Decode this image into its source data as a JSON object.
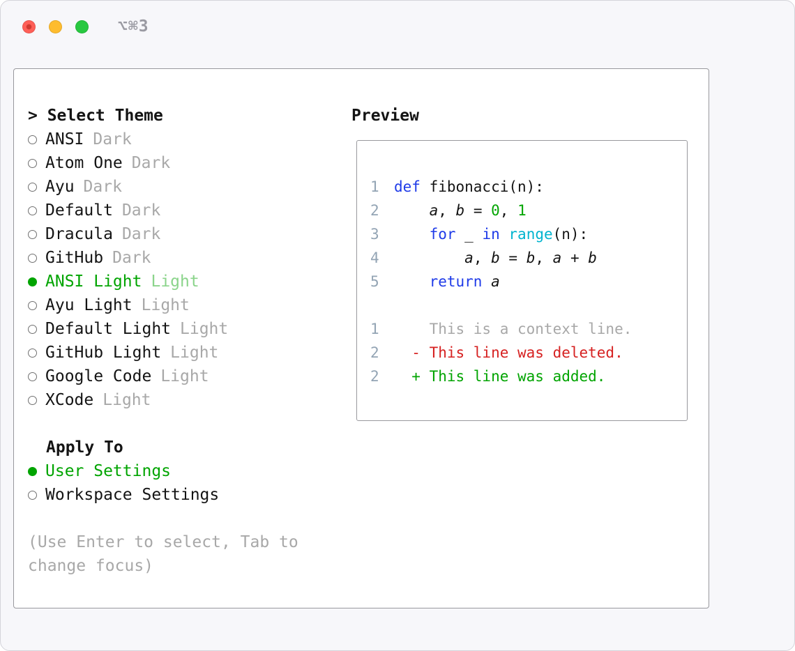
{
  "window": {
    "title": "⌥⌘3"
  },
  "colors": {
    "green": "#00a400",
    "green_light": "#8bd48b",
    "red": "#d62121",
    "keyword_blue": "#1f3be8",
    "builtin_cyan": "#00b4cf",
    "line_number": "#93a4b4",
    "muted_gray": "#a8a8a8"
  },
  "theme_list": {
    "header": "> Select Theme",
    "items": [
      {
        "label": "ANSI",
        "suffix": "Dark",
        "selected": false
      },
      {
        "label": "Atom One",
        "suffix": "Dark",
        "selected": false
      },
      {
        "label": "Ayu",
        "suffix": "Dark",
        "selected": false
      },
      {
        "label": "Default",
        "suffix": "Dark",
        "selected": false
      },
      {
        "label": "Dracula",
        "suffix": "Dark",
        "selected": false
      },
      {
        "label": "GitHub",
        "suffix": "Dark",
        "selected": false
      },
      {
        "label": "ANSI Light",
        "suffix": "Light",
        "selected": true
      },
      {
        "label": "Ayu Light",
        "suffix": "Light",
        "selected": false
      },
      {
        "label": "Default Light",
        "suffix": "Light",
        "selected": false
      },
      {
        "label": "GitHub Light",
        "suffix": "Light",
        "selected": false
      },
      {
        "label": "Google Code",
        "suffix": "Light",
        "selected": false
      },
      {
        "label": "XCode",
        "suffix": "Light",
        "selected": false
      }
    ]
  },
  "apply_to": {
    "header": "Apply To",
    "options": [
      {
        "label": "User Settings",
        "selected": true
      },
      {
        "label": "Workspace Settings",
        "selected": false
      }
    ]
  },
  "footer_hint": "(Use Enter to select, Tab to change focus)",
  "preview": {
    "header": "Preview",
    "code_lines": [
      {
        "num": "1",
        "tokens": [
          {
            "t": "def ",
            "c": "kw"
          },
          {
            "t": "fibonacci(n):",
            "c": "pl"
          }
        ]
      },
      {
        "num": "2",
        "tokens": [
          {
            "t": "    ",
            "c": "pl"
          },
          {
            "t": "a",
            "c": "var"
          },
          {
            "t": ", ",
            "c": "pl"
          },
          {
            "t": "b",
            "c": "var"
          },
          {
            "t": " = ",
            "c": "pl"
          },
          {
            "t": "0",
            "c": "num"
          },
          {
            "t": ", ",
            "c": "pl"
          },
          {
            "t": "1",
            "c": "num"
          }
        ]
      },
      {
        "num": "3",
        "tokens": [
          {
            "t": "    ",
            "c": "pl"
          },
          {
            "t": "for",
            "c": "kw"
          },
          {
            "t": " _ ",
            "c": "pl"
          },
          {
            "t": "in",
            "c": "kw"
          },
          {
            "t": " ",
            "c": "pl"
          },
          {
            "t": "range",
            "c": "fn"
          },
          {
            "t": "(n):",
            "c": "pl"
          }
        ]
      },
      {
        "num": "4",
        "tokens": [
          {
            "t": "        ",
            "c": "pl"
          },
          {
            "t": "a",
            "c": "var"
          },
          {
            "t": ", ",
            "c": "pl"
          },
          {
            "t": "b",
            "c": "var"
          },
          {
            "t": " = ",
            "c": "pl"
          },
          {
            "t": "b",
            "c": "var"
          },
          {
            "t": ", ",
            "c": "pl"
          },
          {
            "t": "a",
            "c": "var"
          },
          {
            "t": " + ",
            "c": "pl"
          },
          {
            "t": "b",
            "c": "var"
          }
        ]
      },
      {
        "num": "5",
        "tokens": [
          {
            "t": "    ",
            "c": "pl"
          },
          {
            "t": "return",
            "c": "kw"
          },
          {
            "t": " ",
            "c": "pl"
          },
          {
            "t": "a",
            "c": "var"
          }
        ]
      }
    ],
    "diff_lines": [
      {
        "num": "1",
        "text": "    This is a context line.",
        "kind": "context"
      },
      {
        "num": "2",
        "text": "  - This line was deleted.",
        "kind": "deleted"
      },
      {
        "num": "2",
        "text": "  + This line was added.",
        "kind": "added"
      }
    ]
  }
}
